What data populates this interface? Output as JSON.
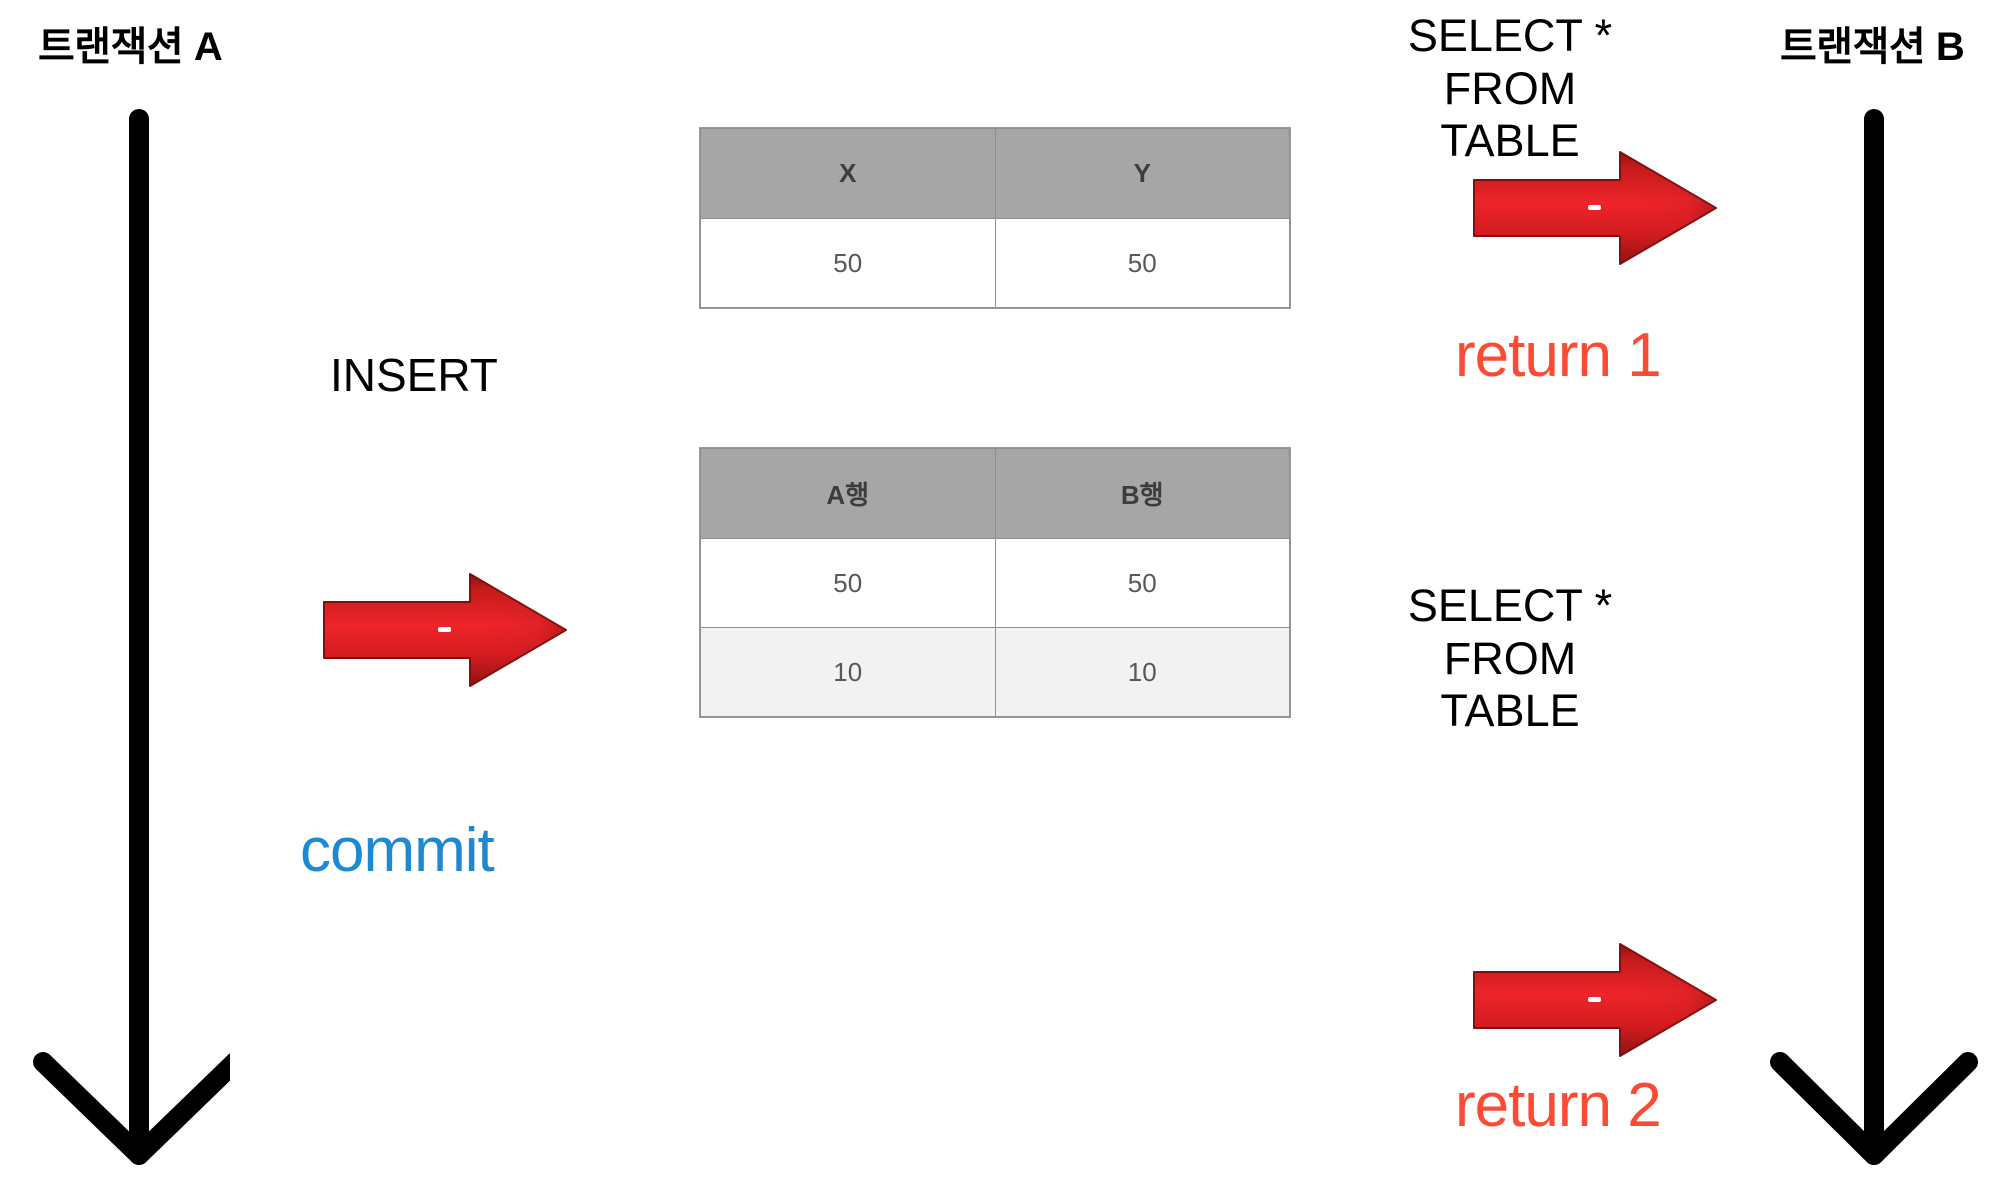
{
  "diagram": {
    "title_left": "트랜잭션 A",
    "title_right": "트랜잭션 B",
    "background_color": "#FFFFFF"
  },
  "left_lane": {
    "label": "트랜잭션 A",
    "timeline_arrow_name": "down-arrow-icon",
    "actions": [
      {
        "label": "INSERT",
        "type": "text"
      },
      {
        "label": "red-right-arrow-icon",
        "type": "arrow"
      },
      {
        "label": "commit",
        "type": "text",
        "color": "#1E88D0"
      }
    ],
    "insert_label": "INSERT",
    "commit_label": "commit"
  },
  "right_lane": {
    "label": "트랜잭션 B",
    "timeline_arrow_name": "down-arrow-icon",
    "queries": [
      {
        "sql_line1": "SELECT * FROM",
        "sql_line2": "TABLE",
        "result": "return 1",
        "result_color": "#FC4A33"
      },
      {
        "sql_line1": "SELECT * FROM",
        "sql_line2": "TABLE",
        "result": "return 2",
        "result_color": "#FC4A33"
      }
    ],
    "query1": {
      "sql_line1": "SELECT * FROM",
      "sql_line2": "TABLE",
      "result": "return 1"
    },
    "query2": {
      "sql_line1": "SELECT * FROM",
      "sql_line2": "TABLE",
      "result": "return 2"
    }
  },
  "tables": [
    {
      "name": "table-before-insert",
      "headers": [
        "X",
        "Y"
      ],
      "rows": [
        {
          "cells": [
            "50",
            "50"
          ],
          "highlight": false
        }
      ]
    },
    {
      "name": "table-after-insert",
      "headers": [
        "A행",
        "B행"
      ],
      "rows": [
        {
          "cells": [
            "50",
            "50"
          ],
          "highlight": false
        },
        {
          "cells": [
            "10",
            "10"
          ],
          "highlight": true
        }
      ]
    }
  ],
  "table_one": {
    "header_x": "X",
    "header_y": "Y",
    "row1_c1": "50",
    "row1_c2": "50"
  },
  "table_two": {
    "header_a": "A행",
    "header_b": "B행",
    "row1_c1": "50",
    "row1_c2": "50",
    "row2_c1": "10",
    "row2_c2": "10"
  },
  "colors": {
    "arrow_red_dark": "#B01818",
    "arrow_red_light": "#ED2024",
    "header_gray": "#A6A6A6",
    "row_alt_gray": "#F2F2F2",
    "commit_blue": "#1E88D0",
    "return_orange": "#FC4A33",
    "timeline_black": "#000000"
  }
}
